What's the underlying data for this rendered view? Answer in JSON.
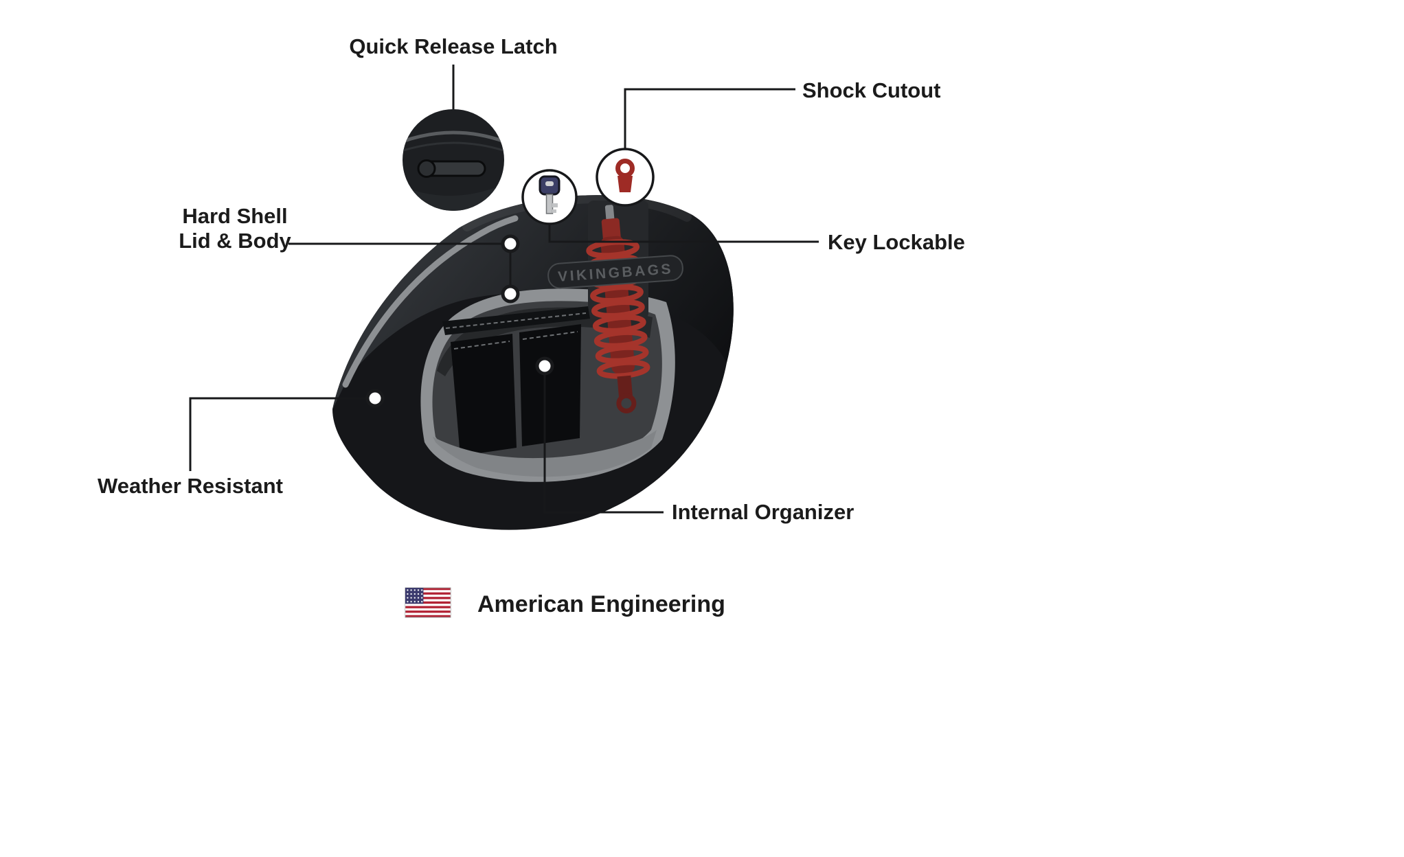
{
  "callouts": {
    "quick_release_latch": "Quick Release Latch",
    "shock_cutout": "Shock Cutout",
    "hard_shell_line1": "Hard Shell",
    "hard_shell_line2": "Lid & Body",
    "key_lockable": "Key Lockable",
    "weather_resistant": "Weather Resistant",
    "internal_organizer": "Internal Organizer"
  },
  "footer": {
    "american_engineering": "American Engineering"
  },
  "product": {
    "brand_plate": "VIKINGBAGS"
  },
  "colors": {
    "background": "#ffffff",
    "label_text": "#1b1b1b",
    "callout_line": "#17181a",
    "bag_black": "#151619",
    "accent_stripe_gray": "#8d9093",
    "shock_red": "#9e2b25",
    "flag_red": "#B22234",
    "flag_blue": "#3C3B6E"
  }
}
